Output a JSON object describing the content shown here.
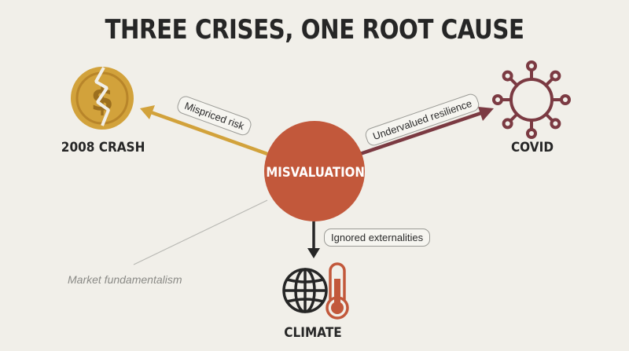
{
  "title": "THREE CRISES, ONE ROOT CAUSE",
  "hub": {
    "label": "MISVALUATION",
    "color": "#c2583b"
  },
  "nodes": [
    {
      "id": "crash",
      "label": "2008 CRASH",
      "icon": "cracked-dollar-coin-icon",
      "color": "#d2a23b"
    },
    {
      "id": "covid",
      "label": "COVID",
      "icon": "virus-icon",
      "color": "#7b3a42"
    },
    {
      "id": "climate",
      "label": "CLIMATE",
      "icon": "globe-thermometer-icon",
      "color": "#c2583b"
    }
  ],
  "edges": [
    {
      "to": "crash",
      "label": "Mispriced risk"
    },
    {
      "to": "covid",
      "label": "Undervalued resilience"
    },
    {
      "to": "climate",
      "label": "Ignored externalities"
    }
  ],
  "annotation": "Market fundamentalism",
  "colors": {
    "background": "#f1efe9",
    "text": "#262626",
    "crash_arrow": "#d2a23b",
    "covid_arrow": "#7b3a42",
    "climate_arrow": "#262626"
  }
}
